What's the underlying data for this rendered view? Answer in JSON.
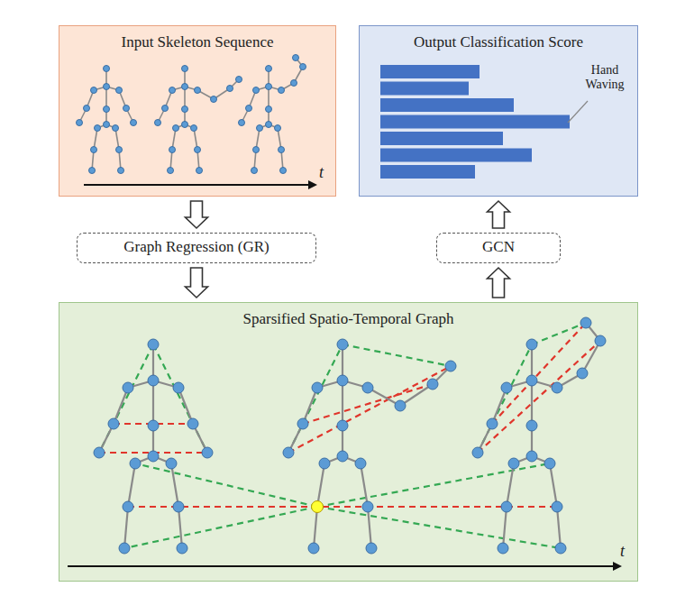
{
  "diagram": {
    "nodes": [
      {
        "text": [
          "Input Skeleton Sequence"
        ]
      },
      {
        "text": [
          "Output Classification Score"
        ]
      },
      {
        "text": [
          "Graph Regression (GR)"
        ]
      },
      {
        "text": [
          "GCN"
        ]
      },
      {
        "text": [
          "Sparsified Spatio-Temporal Graph"
        ]
      }
    ],
    "edges": [
      {
        "from": 0,
        "to": 2,
        "arrow": "to"
      },
      {
        "from": 2,
        "to": 4,
        "arrow": "to"
      },
      {
        "from": 4,
        "to": 3,
        "arrow": "to"
      },
      {
        "from": 3,
        "to": 1,
        "arrow": "to"
      }
    ],
    "labels": [
      "t",
      "Hand Waving",
      "t"
    ]
  }
}
